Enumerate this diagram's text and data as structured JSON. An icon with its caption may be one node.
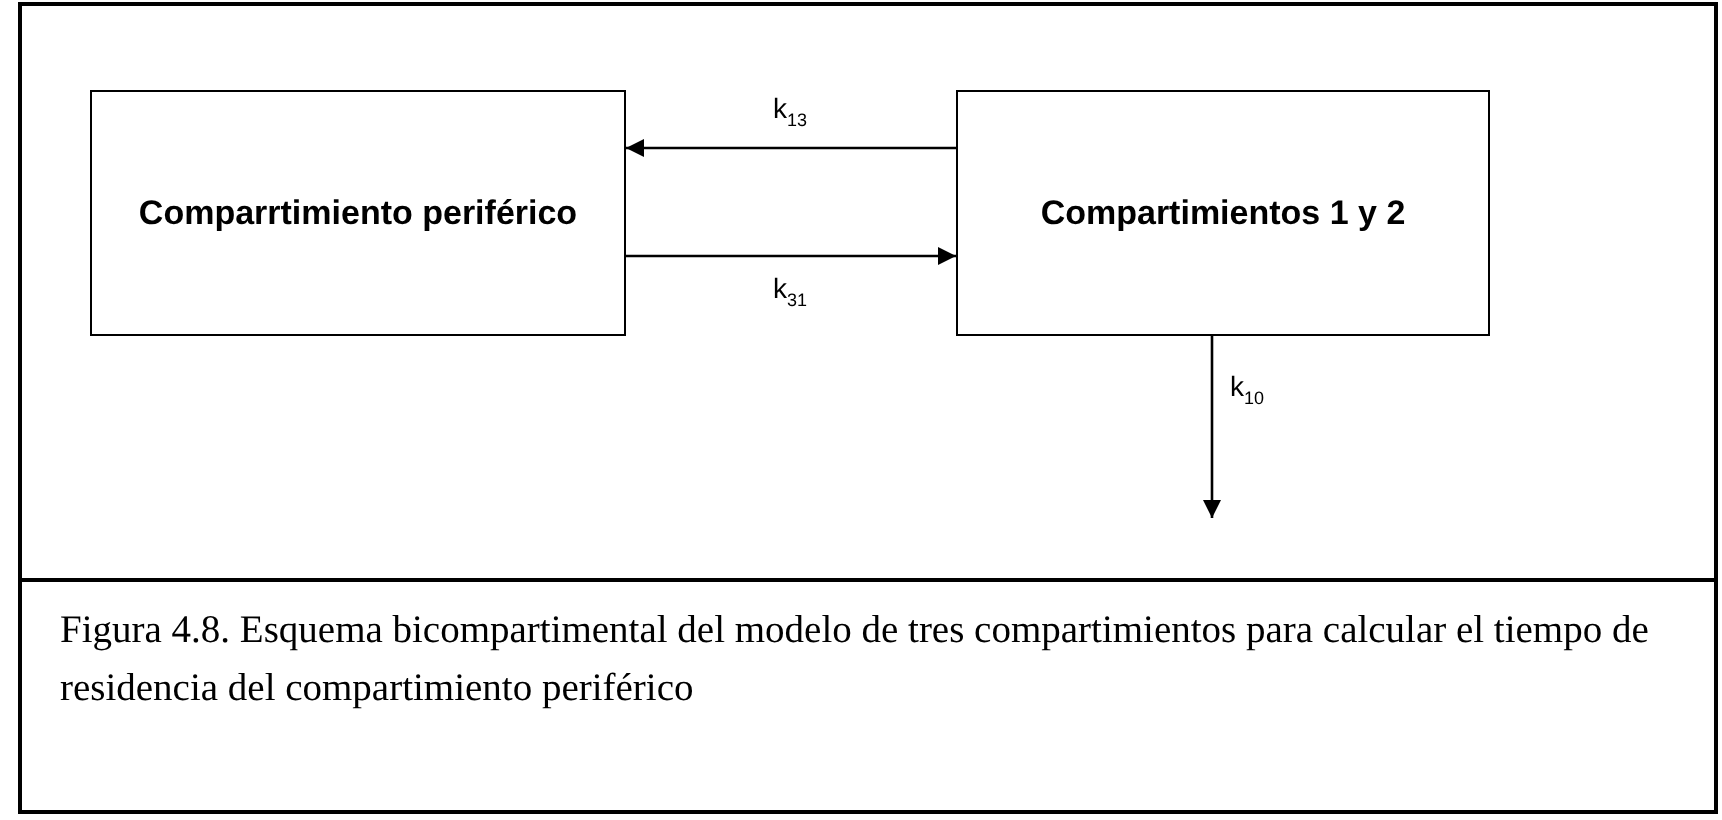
{
  "diagram": {
    "caption": "Figura 4.8. Esquema bicompartimental del modelo de tres compartimientos para calcular el tiempo de residencia del compartimiento periférico",
    "nodes": [
      {
        "text": [
          "Comparrtimiento periférico"
        ]
      },
      {
        "text": [
          "Compartimientos 1 y 2"
        ]
      }
    ],
    "edges": [
      {
        "from": 1,
        "to": 0,
        "arrow": "to",
        "label": "k$_{13}$"
      },
      {
        "from": 0,
        "to": 1,
        "arrow": "to",
        "label": "k$_{31}$"
      },
      {
        "from": 1,
        "to": null,
        "arrow": "to",
        "label": "k$_{10}$"
      }
    ]
  }
}
